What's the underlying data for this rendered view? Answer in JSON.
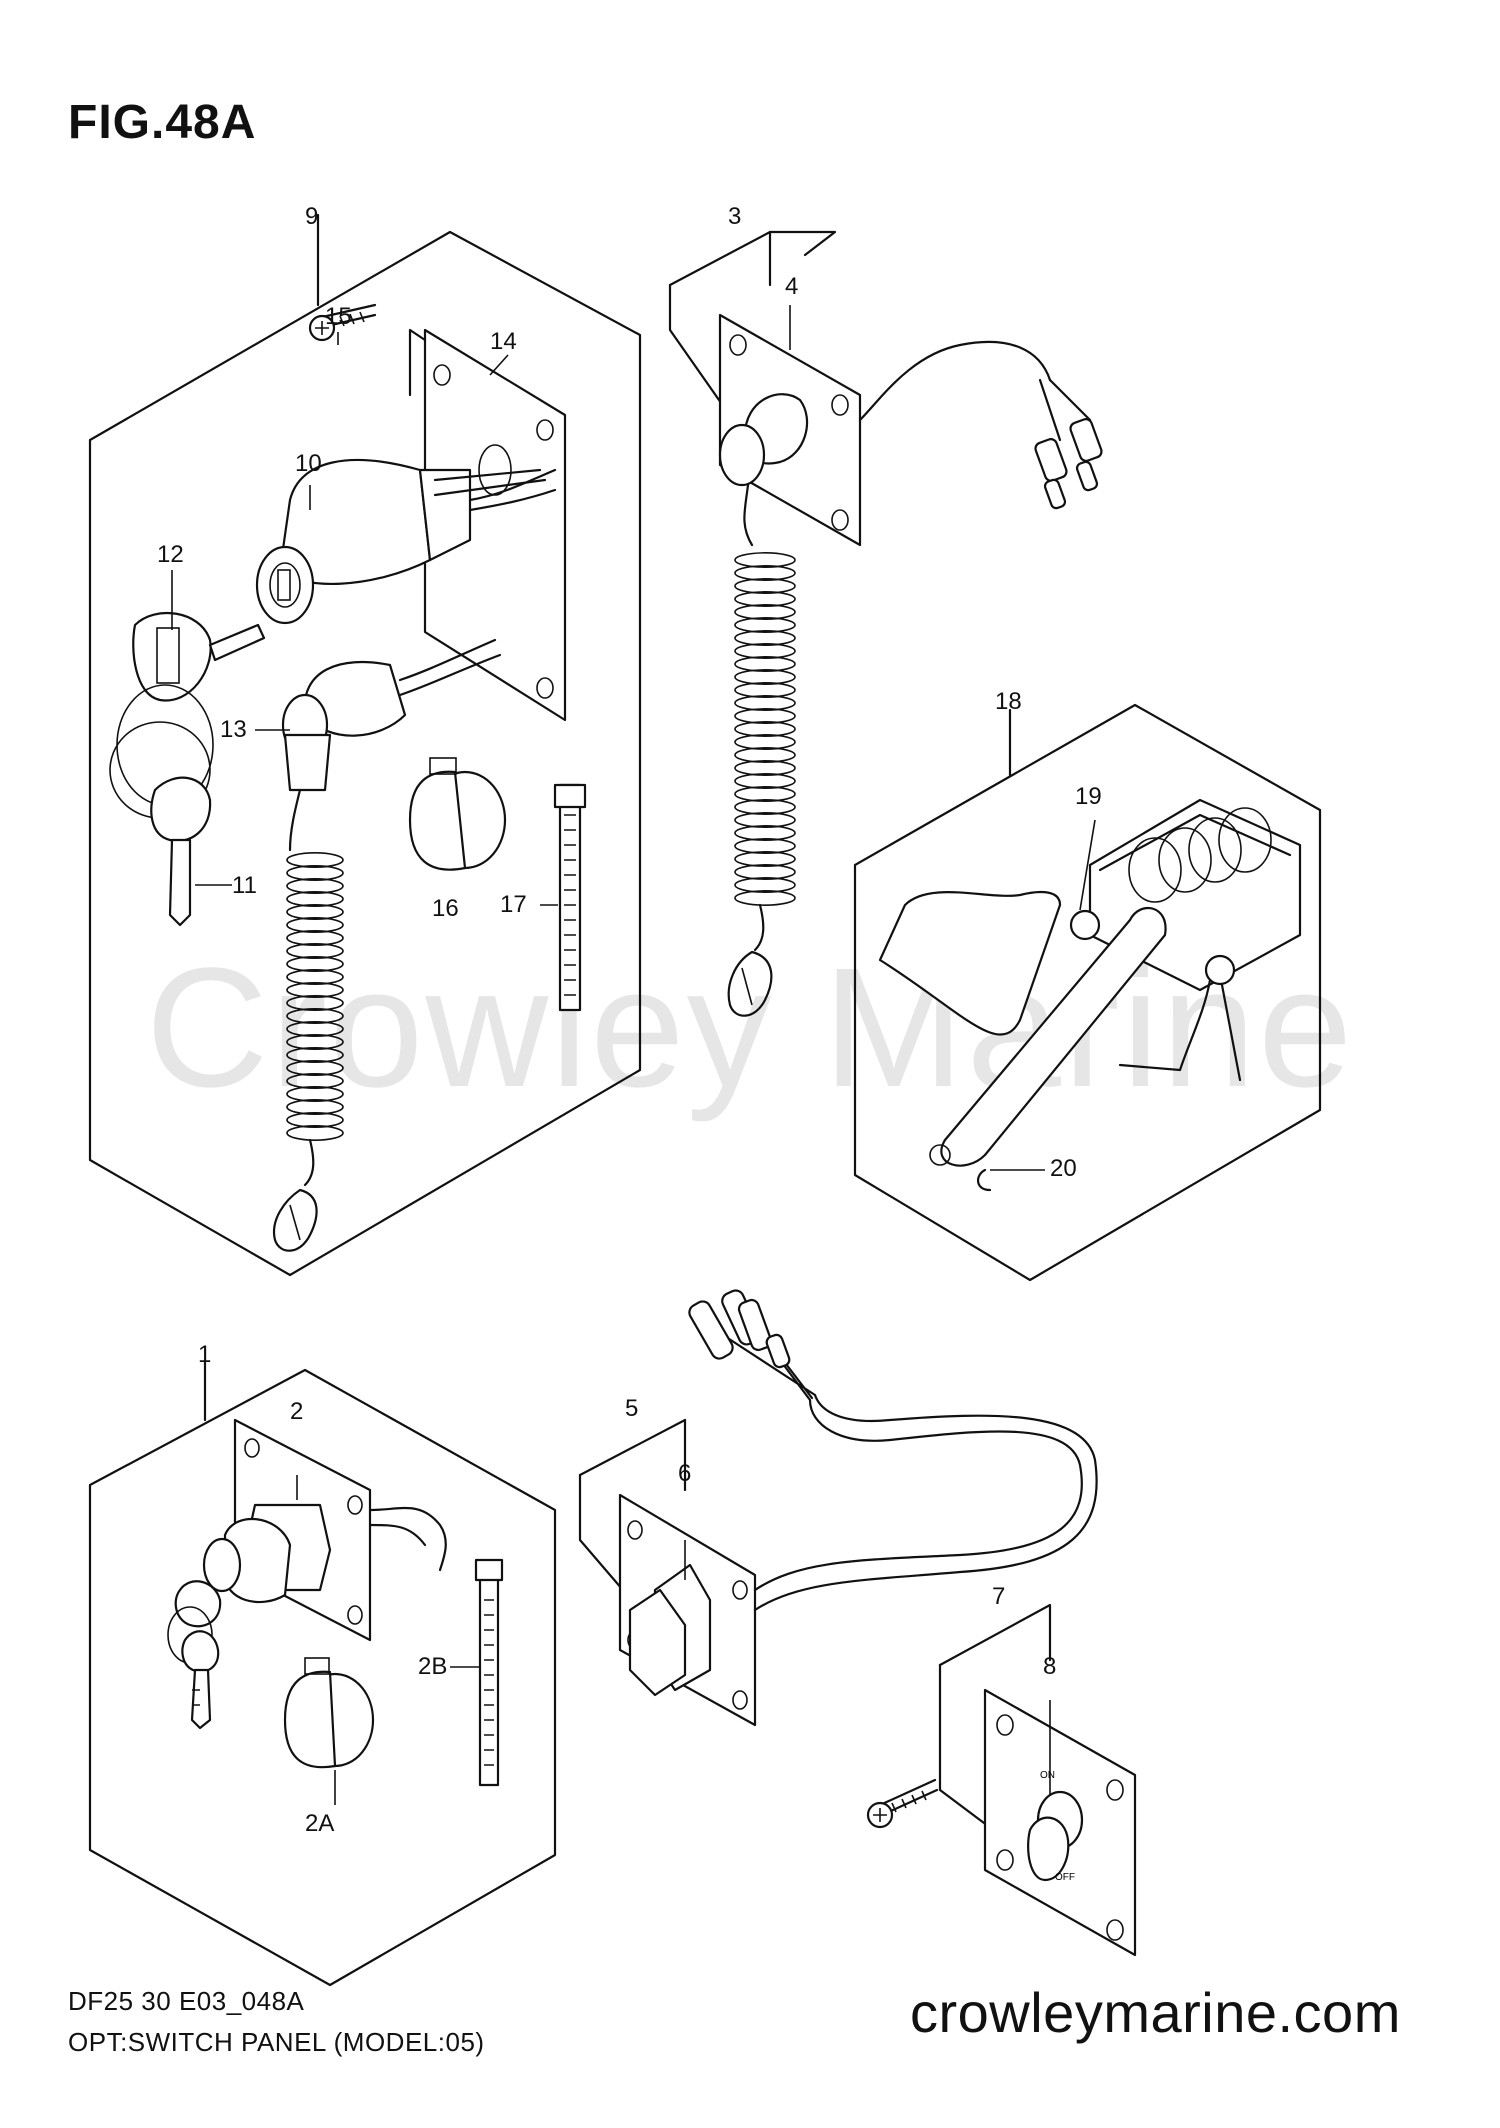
{
  "figure": {
    "title": "FIG.48A",
    "code": "DF25 30 E03_048A",
    "description": "OPT:SWITCH PANEL (MODEL:05)"
  },
  "watermark": "Crowley Marine",
  "website": "crowleymarine.com",
  "callouts": {
    "p1": "1",
    "p2": "2",
    "p2A": "2A",
    "p2B": "2B",
    "p3": "3",
    "p4": "4",
    "p5": "5",
    "p6": "6",
    "p7": "7",
    "p8": "8",
    "p9": "9",
    "p10": "10",
    "p11": "11",
    "p12": "12",
    "p13": "13",
    "p14": "14",
    "p15": "15",
    "p16": "16",
    "p17": "17",
    "p18": "18",
    "p19": "19",
    "p20": "20"
  },
  "switch_markings": {
    "on": "ON",
    "off": "OFF"
  }
}
